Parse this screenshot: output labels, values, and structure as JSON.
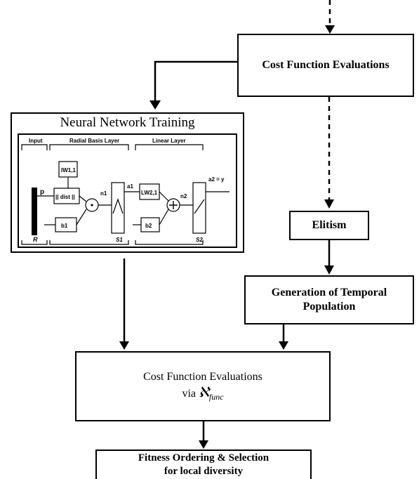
{
  "nodes": {
    "cost_top": "Cost Function Evaluations",
    "nn_title": "Neural Network Training",
    "elitism": "Elitism",
    "temporal_line1": "Generation of Temporal",
    "temporal_line2": "Population",
    "cost_bottom_line1": "Cost Function Evaluations",
    "cost_bottom_via": "via",
    "cost_bottom_symbol": "ℵ",
    "cost_bottom_sub": "func",
    "fitness_line1": "Fitness Ordering & Selection",
    "fitness_line2": "for local diversity"
  },
  "network": {
    "input_label": "Input",
    "rbf_label": "Radial Basis Layer",
    "linear_label": "Linear Layer",
    "iw": "IW1,1",
    "ddist": "|| dist ||",
    "b1": "b1",
    "lw": "LW2,1",
    "b2": "b2",
    "p": "p",
    "a1": "a1",
    "n1": "n1",
    "n2": "n2",
    "a2": "a2 = y",
    "R": "R",
    "S1": "S1",
    "S2": "S2"
  }
}
